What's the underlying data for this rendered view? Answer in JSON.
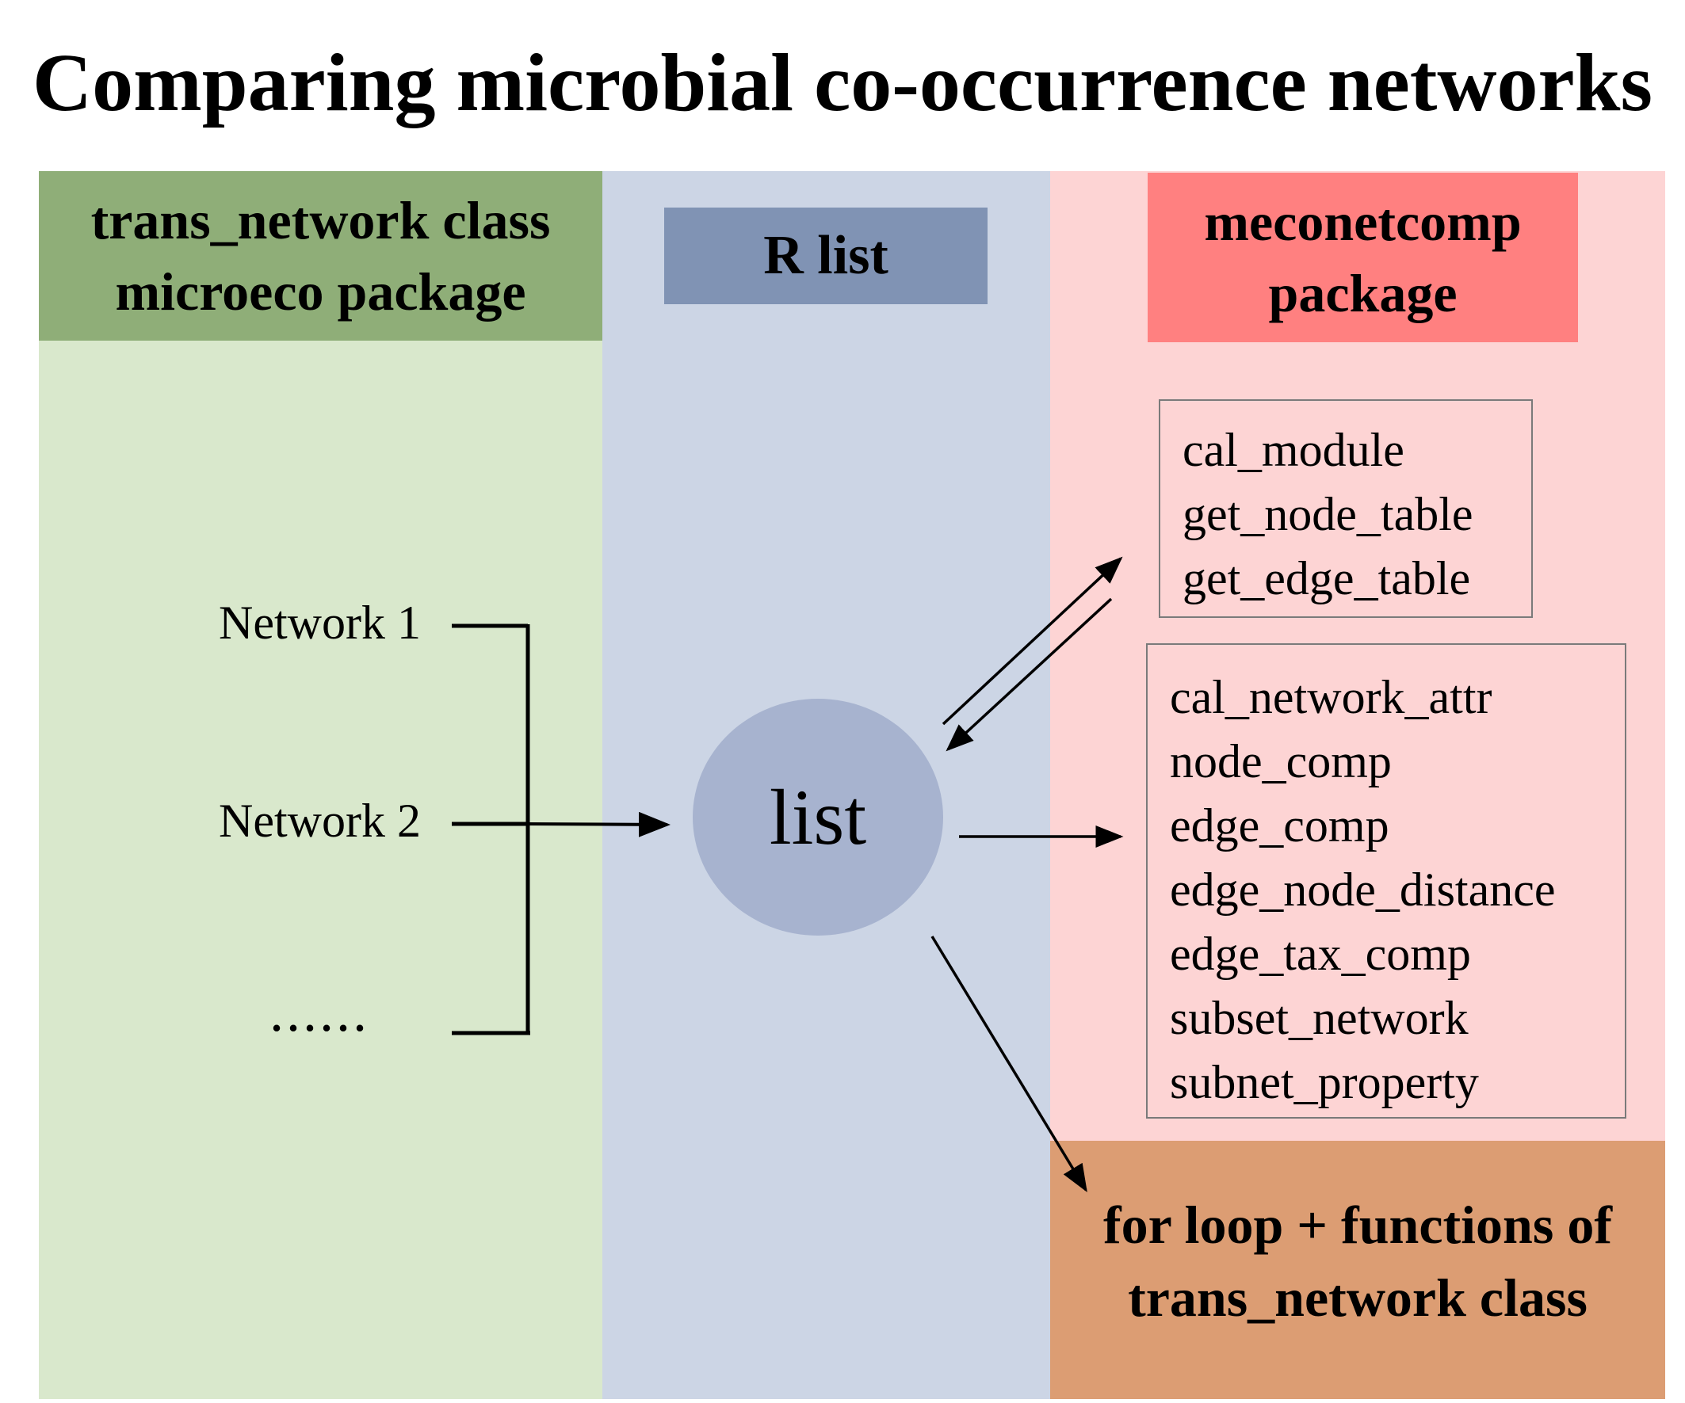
{
  "title": "Comparing microbial co-occurrence networks",
  "colors": {
    "green_bg": "#d9e8cc",
    "green_header": "#8fae78",
    "blue_bg": "#ccd5e5",
    "blue_header": "#8093b4",
    "pink_bg": "#fdd4d4",
    "red_header": "#ff8080",
    "orange_bg": "#dc9d73",
    "circle": "#a7b3cf"
  },
  "left_panel": {
    "header_line1": "trans_network class",
    "header_line2": "microeco package",
    "network1": "Network 1",
    "network2": "Network 2",
    "more": "......"
  },
  "middle_panel": {
    "header": "R list",
    "circle_label": "list"
  },
  "right_panel": {
    "header_line1": "meconetcomp",
    "header_line2": "package",
    "box1_items": [
      "cal_module",
      "get_node_table",
      "get_edge_table"
    ],
    "box2_items": [
      "cal_network_attr",
      "node_comp",
      "edge_comp",
      "edge_node_distance",
      "edge_tax_comp",
      "subset_network",
      "subnet_property"
    ],
    "bottom_line1": "for loop + functions of",
    "bottom_line2": "trans_network class"
  }
}
